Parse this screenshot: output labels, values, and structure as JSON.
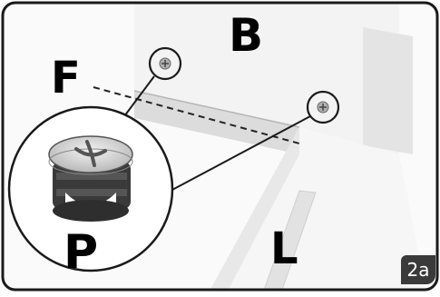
{
  "labels": {
    "panel_b": "B",
    "fitting_f": "F",
    "cam_lock_p": "P",
    "panel_l": "L"
  },
  "step_badge": "2a",
  "colors": {
    "frame": "#1a1a1a",
    "panel_light": "#f4f4f4",
    "panel_shadow": "#d9d9d9",
    "badge": "#3a3a3a"
  }
}
